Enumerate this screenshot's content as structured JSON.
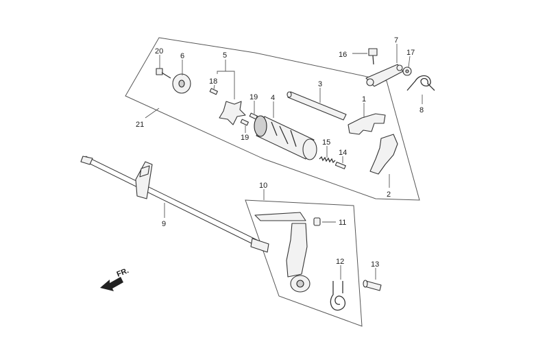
{
  "labels": {
    "p1": "1",
    "p2": "2",
    "p3": "3",
    "p4": "4",
    "p5": "5",
    "p6": "6",
    "p7": "7",
    "p8": "8",
    "p9": "9",
    "p10": "10",
    "p11": "11",
    "p12": "12",
    "p13": "13",
    "p14": "14",
    "p15": "15",
    "p16": "16",
    "p17": "17",
    "p18": "18",
    "p19a": "19",
    "p19b": "19",
    "p20": "20",
    "p21": "21"
  },
  "front_indicator": "FR."
}
